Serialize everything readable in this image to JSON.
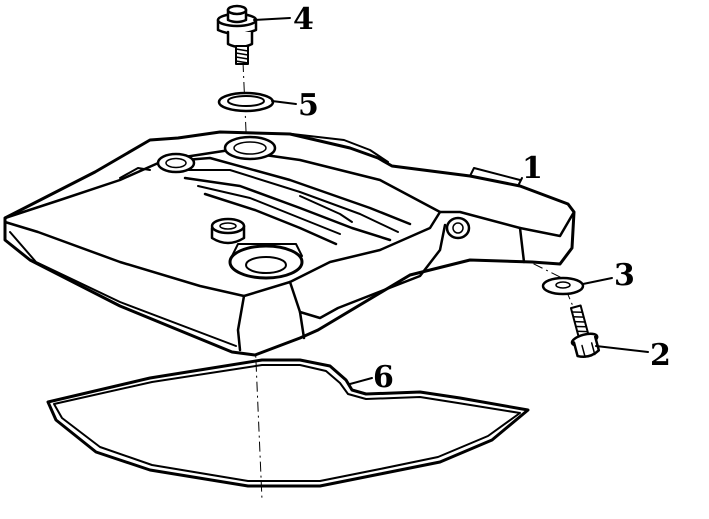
{
  "diagram": {
    "type": "exploded-parts-view",
    "callouts": [
      {
        "id": "1",
        "label": "1"
      },
      {
        "id": "2",
        "label": "2"
      },
      {
        "id": "3",
        "label": "3"
      },
      {
        "id": "4",
        "label": "4"
      },
      {
        "id": "5",
        "label": "5"
      },
      {
        "id": "6",
        "label": "6"
      }
    ],
    "colors": {
      "line": "#000000",
      "background": "#ffffff"
    }
  }
}
